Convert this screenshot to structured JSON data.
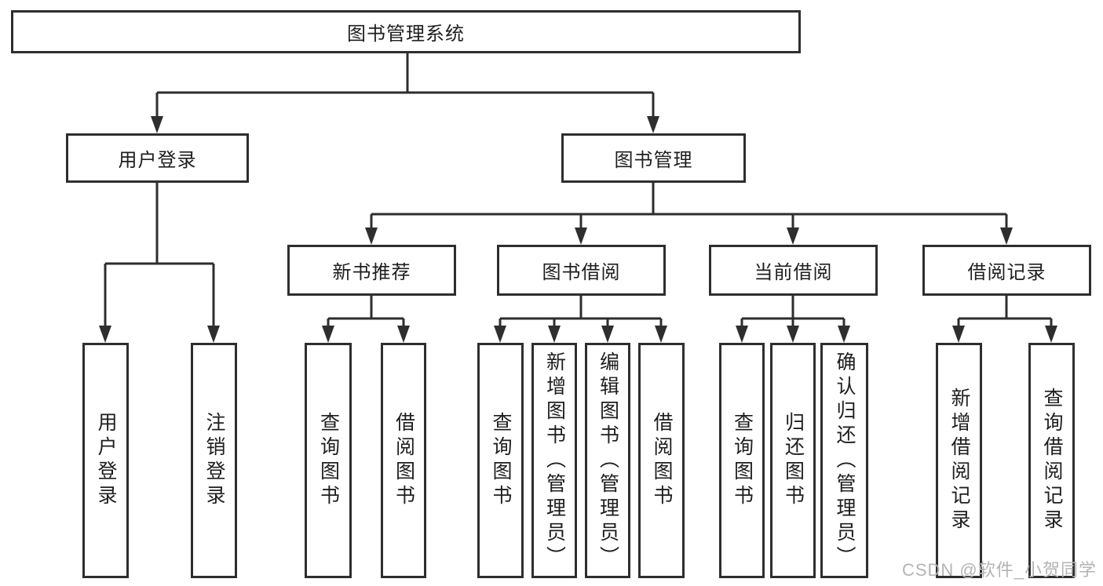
{
  "tree": {
    "root": {
      "label": "图书管理系统",
      "children": [
        {
          "label": "用户登录",
          "children": [
            {
              "label": "用户登录"
            },
            {
              "label": "注销登录"
            }
          ]
        },
        {
          "label": "图书管理",
          "children": [
            {
              "label": "新书推荐",
              "children": [
                {
                  "label": "查询图书"
                },
                {
                  "label": "借阅图书"
                }
              ]
            },
            {
              "label": "图书借阅",
              "children": [
                {
                  "label": "查询图书"
                },
                {
                  "label": "新增图书（管理员）"
                },
                {
                  "label": "编辑图书（管理员）"
                },
                {
                  "label": "借阅图书"
                }
              ]
            },
            {
              "label": "当前借阅",
              "children": [
                {
                  "label": "查询图书"
                },
                {
                  "label": "归还图书"
                },
                {
                  "label": "确认归还（管理员）"
                }
              ]
            },
            {
              "label": "借阅记录",
              "children": [
                {
                  "label": "新增借阅记录"
                },
                {
                  "label": "查询借阅记录"
                }
              ]
            }
          ]
        }
      ]
    }
  },
  "watermark": {
    "text": "CSDN @软件_小贺同学"
  },
  "colors": {
    "line": "#2e2e2e",
    "text": "#1e1e1e",
    "watermark": "#b4b4b4",
    "background": "#ffffff"
  }
}
